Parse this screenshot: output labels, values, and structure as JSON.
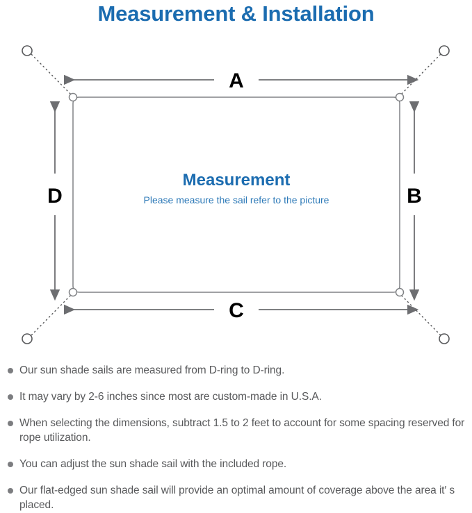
{
  "header": {
    "title": "Measurement & Installation",
    "title_color": "#1b6cb0"
  },
  "diagram": {
    "name": "sun-shade-sail-measurement-diagram",
    "center": {
      "title": "Measurement",
      "subtitle": "Please measure the sail refer to the picture",
      "title_color": "#1b6cb0",
      "subtitle_color": "#2e7ab8"
    },
    "dimension_labels": {
      "top": "A",
      "right": "B",
      "bottom": "C",
      "left": "D"
    },
    "label_color": "#000000",
    "line_color": "#6d6e71",
    "sail_outline_color": "#808285",
    "d_ring_count": 4,
    "anchor_point_count": 4
  },
  "notes": {
    "bullet_color": "#7c7d80",
    "text_color": "#58595b",
    "items": [
      "Our sun shade sails are measured from D-ring to D-ring.",
      "It may vary by 2-6 inches since most are custom-made in U.S.A.",
      "When selecting the dimensions, subtract 1.5 to 2 feet to account for some spacing reserved for rope utilization.",
      "You can adjust the sun shade sail with the included rope.",
      "Our flat-edged sun shade sail will provide an optimal amount of coverage above the area it′ s placed."
    ]
  }
}
